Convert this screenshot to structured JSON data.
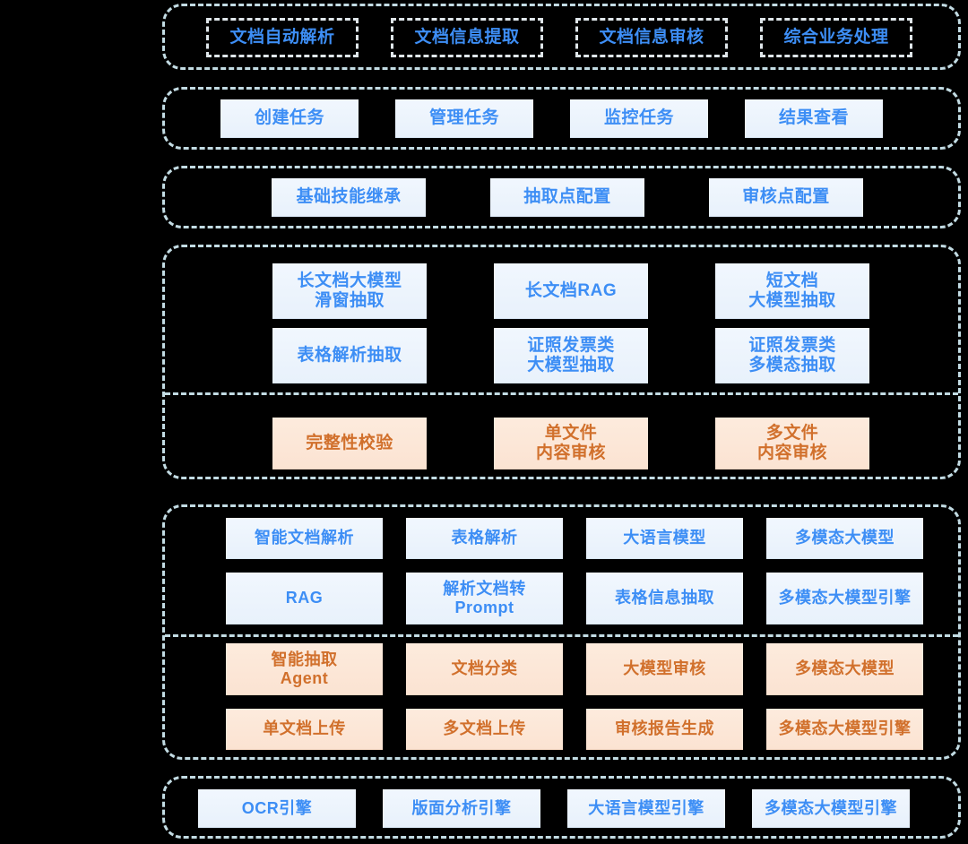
{
  "palette": {
    "background": "#000000",
    "container_border": "#c2dbe3",
    "blue_fill": "#eef5fd",
    "blue_text": "#3d8ef5",
    "orange_fill": "#fbe6d6",
    "orange_text": "#d1702c",
    "outline_border": "#dfe6ea"
  },
  "sections": [
    {
      "id": "scene-layer",
      "style": "outline",
      "rows": [
        {
          "id": "scene-row",
          "items": [
            {
              "label": "文档自动解析"
            },
            {
              "label": "文档信息提取"
            },
            {
              "label": "文档信息审核"
            },
            {
              "label": "综合业务处理"
            }
          ]
        }
      ]
    },
    {
      "id": "task-layer",
      "style": "blue",
      "rows": [
        {
          "id": "task-row",
          "items": [
            {
              "label": "创建任务"
            },
            {
              "label": "管理任务"
            },
            {
              "label": "监控任务"
            },
            {
              "label": "结果查看"
            }
          ]
        }
      ]
    },
    {
      "id": "config-layer",
      "style": "blue",
      "rows": [
        {
          "id": "config-row",
          "items": [
            {
              "label": "基础技能继承"
            },
            {
              "label": "抽取点配置"
            },
            {
              "label": "审核点配置"
            }
          ]
        }
      ]
    },
    {
      "id": "capability-layer",
      "rows": [
        {
          "id": "extraction-row-1",
          "style": "blue",
          "items": [
            {
              "label": "长文档大模型\n滑窗抽取"
            },
            {
              "label": "长文档RAG"
            },
            {
              "label": "短文档\n大模型抽取"
            }
          ]
        },
        {
          "id": "extraction-row-2",
          "style": "blue",
          "items": [
            {
              "label": "表格解析抽取"
            },
            {
              "label": "证照发票类\n大模型抽取"
            },
            {
              "label": "证照发票类\n多模态抽取"
            }
          ]
        },
        {
          "id": "audit-row",
          "style": "orange",
          "items": [
            {
              "label": "完整性校验"
            },
            {
              "label": "单文件\n内容审核"
            },
            {
              "label": "多文件\n内容审核"
            }
          ]
        }
      ]
    },
    {
      "id": "atomic-layer",
      "rows": [
        {
          "id": "atomic-row-1",
          "style": "blue",
          "items": [
            {
              "label": "智能文档解析"
            },
            {
              "label": "表格解析"
            },
            {
              "label": "大语言模型"
            },
            {
              "label": "多模态大模型"
            }
          ]
        },
        {
          "id": "atomic-row-2",
          "style": "blue",
          "items": [
            {
              "label": "RAG"
            },
            {
              "label": "解析文档转\nPrompt"
            },
            {
              "label": "表格信息抽取"
            },
            {
              "label": "多模态大模型引擎"
            }
          ]
        },
        {
          "id": "atomic-row-3",
          "style": "orange",
          "items": [
            {
              "label": "智能抽取\nAgent"
            },
            {
              "label": "文档分类"
            },
            {
              "label": "大模型审核"
            },
            {
              "label": "多模态大模型"
            }
          ]
        },
        {
          "id": "atomic-row-4",
          "style": "orange",
          "items": [
            {
              "label": "单文档上传"
            },
            {
              "label": "多文档上传"
            },
            {
              "label": "审核报告生成"
            },
            {
              "label": "多模态大模型引擎"
            }
          ]
        }
      ]
    },
    {
      "id": "engine-layer",
      "style": "blue",
      "rows": [
        {
          "id": "engine-row",
          "items": [
            {
              "label": "OCR引擎"
            },
            {
              "label": "版面分析引擎"
            },
            {
              "label": "大语言模型引擎"
            },
            {
              "label": "多模态大模型引擎"
            }
          ]
        }
      ]
    }
  ]
}
